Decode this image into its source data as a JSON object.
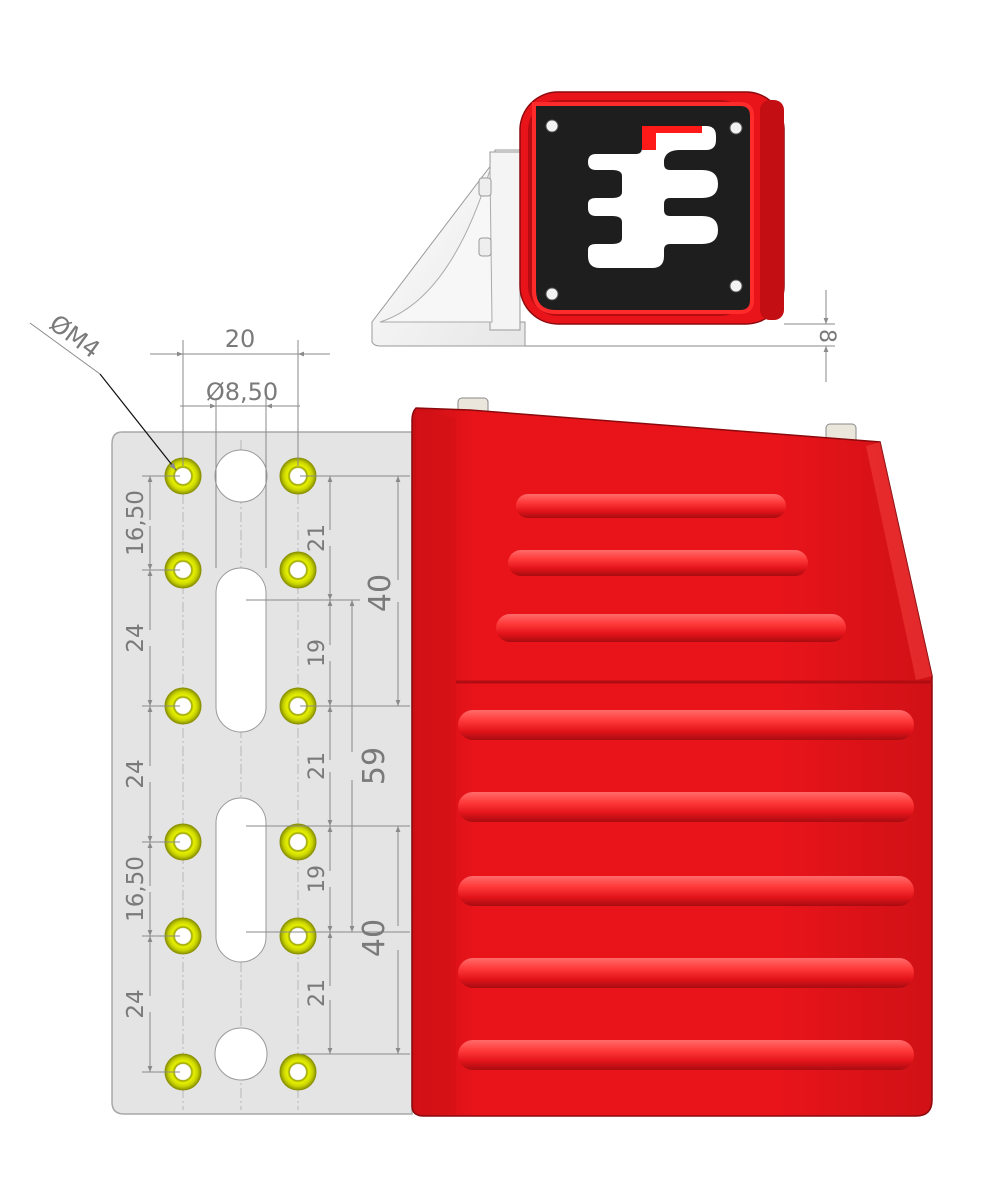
{
  "drawing": {
    "callout_thread": "ØM4",
    "dims": {
      "hole_spacing": "20",
      "slot_width": "Ø8,50",
      "top_height": "8",
      "left_16_50_a": "16,50",
      "left_24_a": "24",
      "left_24_b": "24",
      "left_16_50_b": "16,50",
      "left_24_c": "24",
      "right_21_a": "21",
      "right_19_a": "19",
      "right_21_b": "21",
      "right_19_b": "19",
      "right_21_c": "21",
      "right_40_a": "40",
      "right_59": "59",
      "right_40_b": "40"
    }
  },
  "colors": {
    "plate": "#e4e4e4",
    "plate_edge": "#a8a8a8",
    "holes": "#d9e600",
    "shell_red": "#e8141a",
    "shell_dark": "#b30e12",
    "black_panel": "#1e1e1e",
    "dimension": "#7a7a7a"
  }
}
